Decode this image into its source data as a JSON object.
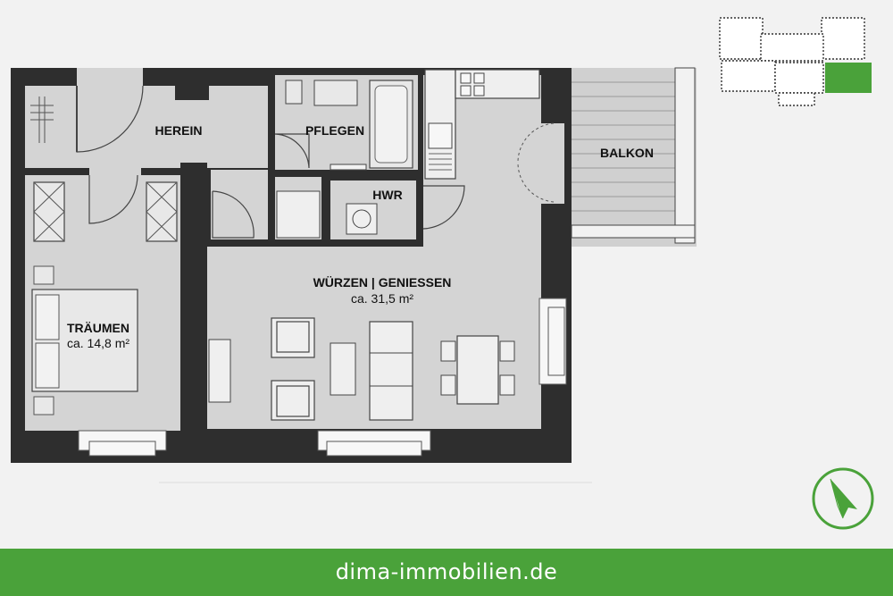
{
  "rooms": {
    "entry": {
      "name": "HEREIN"
    },
    "bath": {
      "name": "PFLEGEN"
    },
    "utility": {
      "name": "HWR"
    },
    "balcony": {
      "name": "BALKON"
    },
    "living": {
      "name": "WÜRZEN | GENIESSEN",
      "area": "ca. 31,5 m²"
    },
    "bedroom": {
      "name": "TRÄUMEN",
      "area": "ca. 14,8 m²"
    }
  },
  "footer": {
    "website": "dima-immobilien.de"
  },
  "colors": {
    "wall": "#2e2e2e",
    "floor": "#d4d4d4",
    "balcony_floor": "#d0d0d0",
    "accent": "#4aa23a",
    "background": "#f2f2f2"
  },
  "icons": {
    "compass": "north-arrow-icon",
    "keyplan": "building-keyplan-icon"
  }
}
